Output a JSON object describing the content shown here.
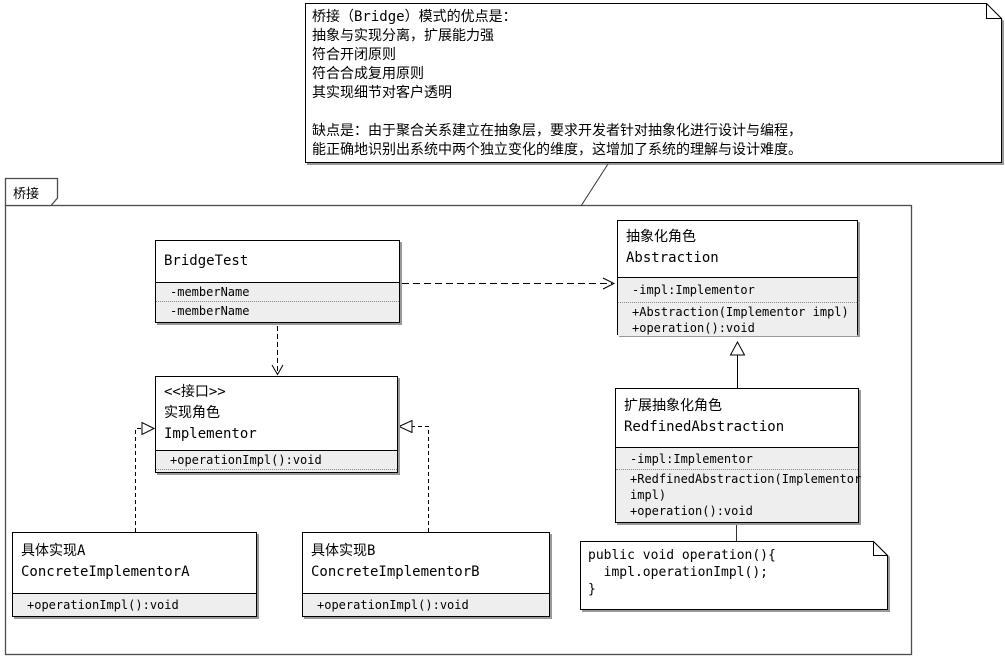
{
  "note": {
    "lines": [
      "桥接（Bridge）模式的优点是：",
      "抽象与实现分离，扩展能力强",
      "符合开闭原则",
      "符合合成复用原则",
      "其实现细节对客户透明",
      "",
      "缺点是：由于聚合关系建立在抽象层，要求开发者针对抽象化进行设计与编程，",
      "能正确地识别出系统中两个独立变化的维度，这增加了系统的理解与设计难度。"
    ]
  },
  "frame": {
    "tab_label": "桥接"
  },
  "classes": {
    "bridge_test": {
      "title": "BridgeTest",
      "attr1": "-memberName",
      "attr2": "-memberName"
    },
    "abstraction": {
      "title_cn": "抽象化角色",
      "title_en": "Abstraction",
      "attr": "-impl:Implementor",
      "method1": "+Abstraction(Implementor impl)",
      "method2": "+operation():void"
    },
    "implementor": {
      "stereotype": "<<接口>>",
      "title_cn": "实现角色",
      "title_en": "Implementor",
      "method": "+operationImpl():void"
    },
    "redfined_abstraction": {
      "title_cn": "扩展抽象化角色",
      "title_en": "RedfinedAbstraction",
      "attr": "-impl:Implementor",
      "method1": "+RedfinedAbstraction(Implementor impl)",
      "method2": "+operation():void"
    },
    "concrete_implementor_a": {
      "title_cn": "具体实现A",
      "title_en": "ConcreteImplementorA",
      "method": "+operationImpl():void"
    },
    "concrete_implementor_b": {
      "title_cn": "具体实现B",
      "title_en": "ConcreteImplementorB",
      "method": "+operationImpl():void"
    }
  },
  "code_note": {
    "lines": [
      "public void operation(){",
      "  impl.operationImpl();",
      "}"
    ]
  },
  "colors": {
    "compartment_fill": "#eeeeee",
    "border": "#000000",
    "frame_border": "#4d4d4d",
    "shadow": "#999999"
  }
}
